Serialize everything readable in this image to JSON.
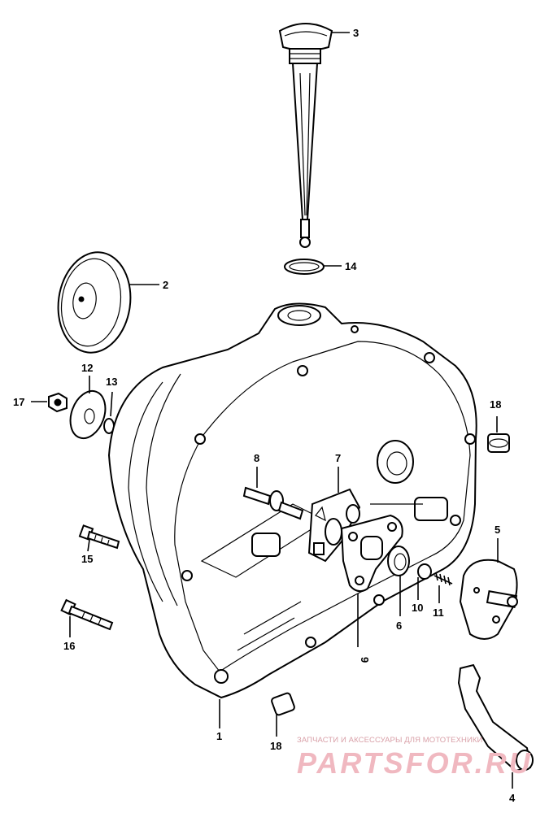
{
  "callouts": {
    "p1": "1",
    "p2": "2",
    "p3": "3",
    "p4": "4",
    "p5": "5",
    "p6": "6",
    "p7": "7",
    "p8": "8",
    "p9": "9",
    "p10": "10",
    "p11": "11",
    "p12": "12",
    "p13": "13",
    "p14": "14",
    "p15": "15",
    "p16": "16",
    "p17": "17",
    "p18a": "18",
    "p18b": "18"
  },
  "watermark": {
    "tagline": "ЗАПЧАСТИ И АКСЕССУАРЫ ДЛЯ МОТОТЕХНИКИ",
    "logo": "PARTSFOR.RU"
  },
  "colors": {
    "ink": "#000000",
    "paper": "#ffffff",
    "watermark": "#f0b8c0"
  }
}
